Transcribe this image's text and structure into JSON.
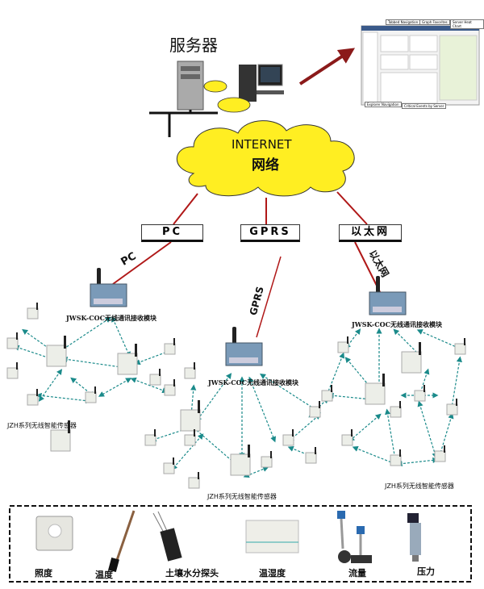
{
  "server_label": "服务器",
  "cloud": {
    "line1": "INTERNET",
    "line2": "网络",
    "fill": "#ffee22"
  },
  "links": [
    {
      "label": "PC"
    },
    {
      "label": "GPRS"
    },
    {
      "label": "以太网"
    }
  ],
  "link_side_labels": {
    "pc": "PC",
    "gprs": "GPRS",
    "ethernet": "以太网"
  },
  "receiver_label": "JWSK-COC无线通讯接收模块",
  "sensor_label": "JZH系列无线智能传感器",
  "dashboard_callouts": [
    "Tabbed Navigation",
    "Graph Favorites",
    "Server Heat Chart",
    "Explorer Navigation",
    "Critical Events by Server"
  ],
  "sensors": [
    {
      "label": "照度"
    },
    {
      "label": "温度"
    },
    {
      "label": "土壤水分探头"
    },
    {
      "label": "温湿度"
    },
    {
      "label": "流量"
    },
    {
      "label": "压力"
    }
  ],
  "colors": {
    "link_line": "#b01818",
    "arrow": "#8b1a1a",
    "mesh": "#1a8a8a"
  }
}
